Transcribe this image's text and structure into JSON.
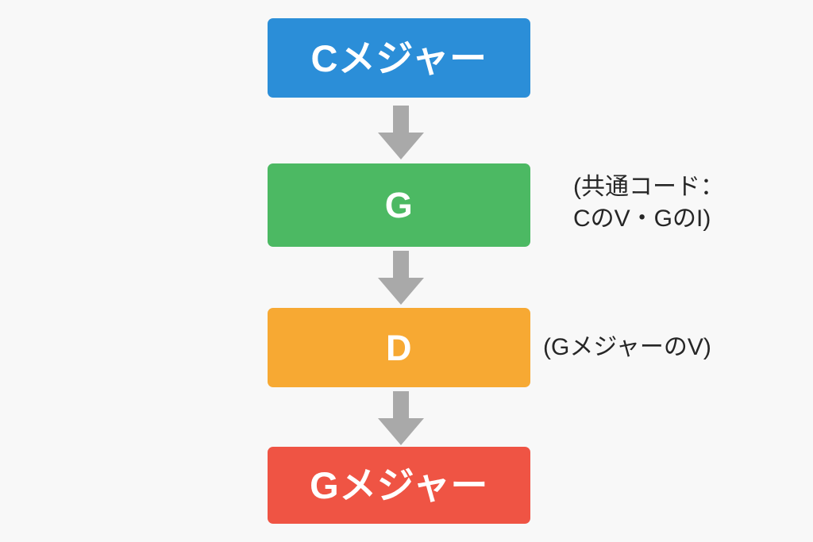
{
  "diagram": {
    "title": "chord-modulation-flow",
    "background_color": "#f8f8f8",
    "boxes": [
      {
        "id": "c-major",
        "label": "Cメジャー",
        "color": "#2b8ed8",
        "text_color": "#ffffff"
      },
      {
        "id": "g",
        "label": "G",
        "color": "#4cb963",
        "text_color": "#ffffff"
      },
      {
        "id": "d",
        "label": "D",
        "color": "#f7a933",
        "text_color": "#ffffff"
      },
      {
        "id": "g-major",
        "label": "Gメジャー",
        "color": "#ef5444",
        "text_color": "#ffffff"
      }
    ],
    "arrows": [
      {
        "id": "arrow-1",
        "from": "c-major",
        "to": "g",
        "direction": "down",
        "color": "#a9a9a9"
      },
      {
        "id": "arrow-2",
        "from": "g",
        "to": "d",
        "direction": "down",
        "color": "#a9a9a9"
      },
      {
        "id": "arrow-3",
        "from": "d",
        "to": "g-major",
        "direction": "down",
        "color": "#a9a9a9"
      }
    ],
    "annotations": [
      {
        "id": "common-chord",
        "for": "g",
        "text": "(共通コード：\nCのV・GのI)",
        "text_color": "#262626"
      },
      {
        "id": "g-major-v",
        "for": "d",
        "text": "(GメジャーのV)",
        "text_color": "#262626"
      }
    ]
  }
}
